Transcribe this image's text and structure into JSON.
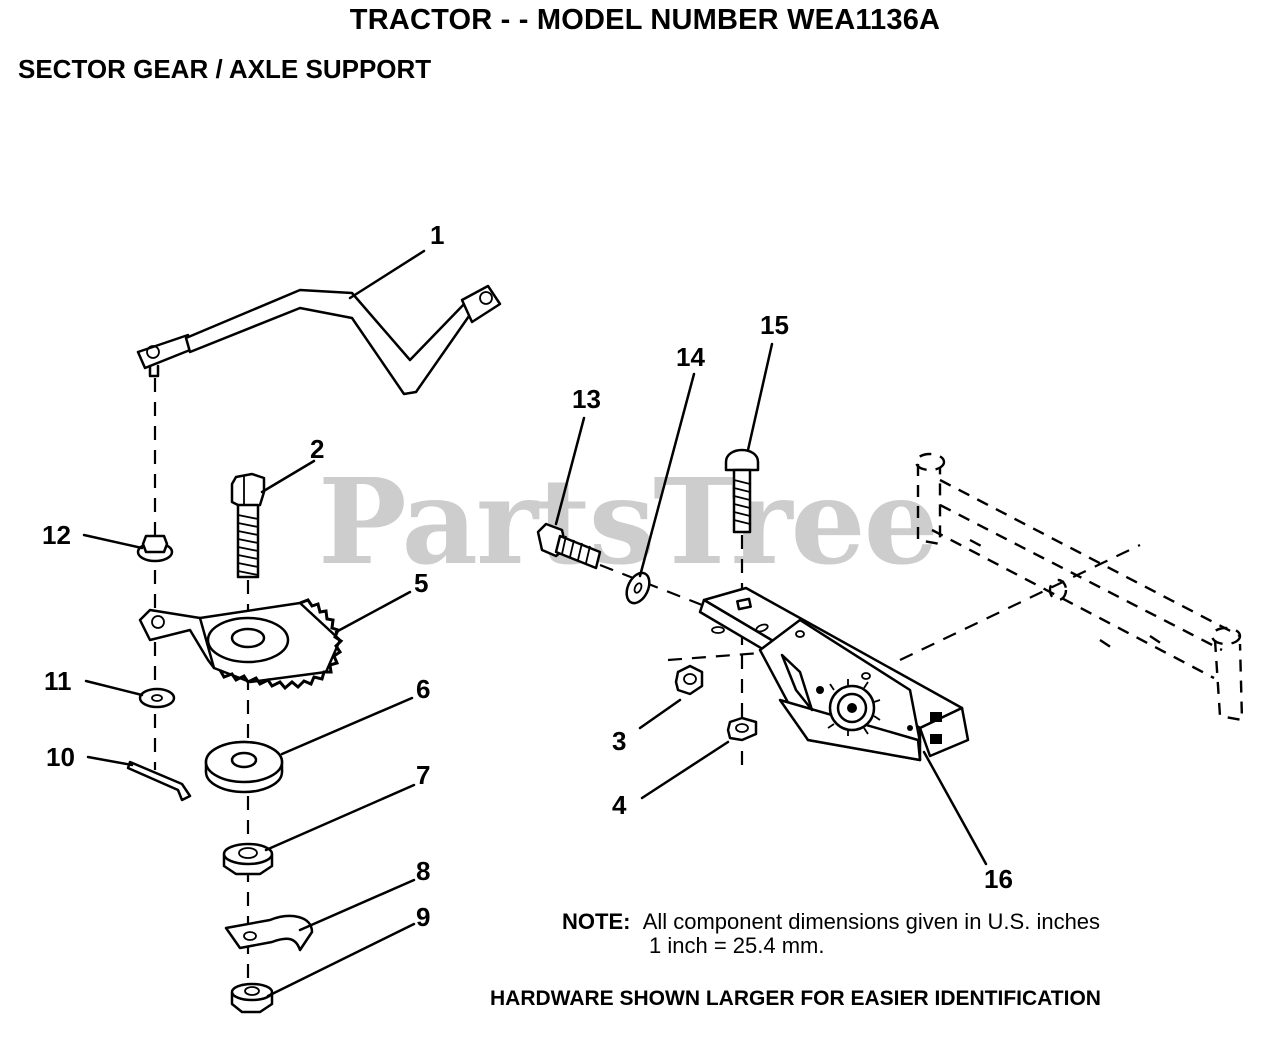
{
  "header": {
    "title": "TRACTOR - - MODEL NUMBER WEA1136A",
    "subtitle": "SECTOR GEAR / AXLE SUPPORT"
  },
  "watermark": "PartsTree",
  "callouts": {
    "c1": "1",
    "c2": "2",
    "c3": "3",
    "c4": "4",
    "c5": "5",
    "c6": "6",
    "c7": "7",
    "c8": "8",
    "c9": "9",
    "c10": "10",
    "c11": "11",
    "c12": "12",
    "c13": "13",
    "c14": "14",
    "c15": "15",
    "c16": "16"
  },
  "note": {
    "label": "NOTE:",
    "line1": "All component dimensions given in U.S. inches",
    "line2": "1 inch = 25.4 mm."
  },
  "hardware_text": "HARDWARE SHOWN LARGER FOR EASIER IDENTIFICATION"
}
